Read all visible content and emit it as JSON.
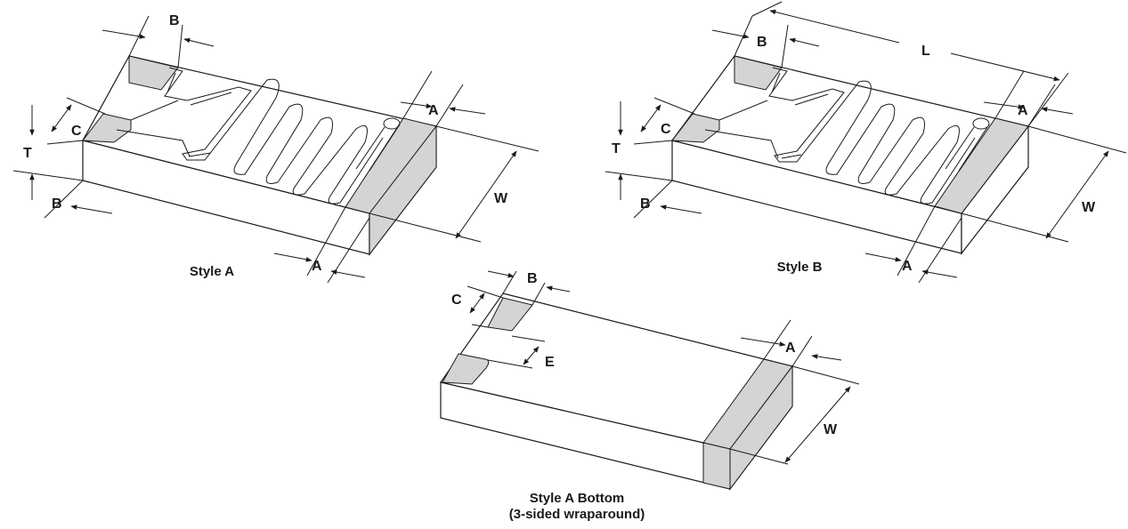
{
  "colors": {
    "terminal": "#d4d4d4",
    "line": "#1a1a1a"
  },
  "styleA": {
    "caption": "Style A",
    "labels": {
      "B_top": "B",
      "C": "C",
      "T": "T",
      "B_bottom": "B",
      "A_top": "A",
      "W": "W",
      "A_bottom": "A"
    }
  },
  "styleB": {
    "caption": "Style B",
    "labels": {
      "B_top": "B",
      "L": "L",
      "C": "C",
      "T": "T",
      "B_bottom": "B",
      "A_top": "A",
      "W": "W",
      "A_bottom": "A"
    }
  },
  "styleABottom": {
    "caption": "Style A Bottom",
    "subcaption": "(3-sided wraparound)",
    "labels": {
      "B": "B",
      "C": "C",
      "E": "E",
      "A": "A",
      "W": "W"
    }
  }
}
